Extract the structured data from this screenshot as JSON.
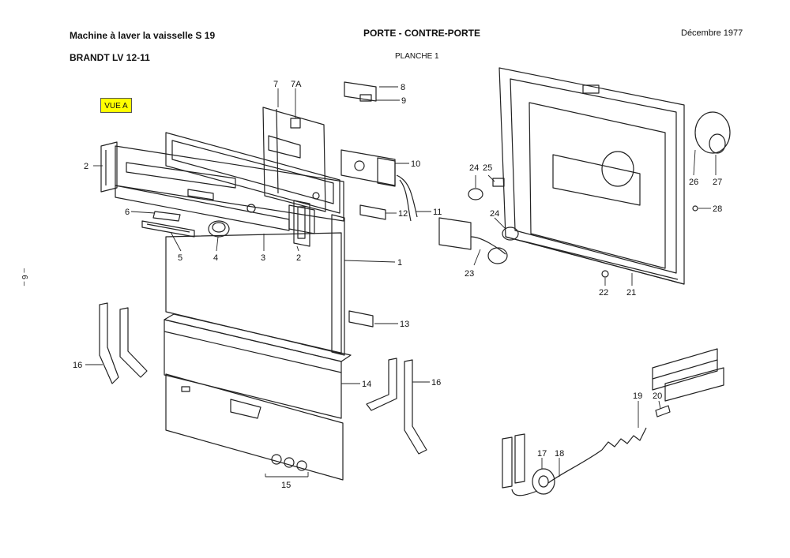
{
  "header": {
    "title": "Machine à laver la vaisselle  S 19",
    "model": "BRANDT   LV 12-11",
    "section": "PORTE - CONTRE-PORTE",
    "plate": "PLANCHE 1",
    "date": "Décembre 1977"
  },
  "view_label": "VUE A",
  "side_text": "– 6 –",
  "colors": {
    "line": "#222222",
    "highlight": "#ffff00"
  },
  "callouts": [
    {
      "id": "c7",
      "text": "7"
    },
    {
      "id": "c7a",
      "text": "7A"
    },
    {
      "id": "c8",
      "text": "8"
    },
    {
      "id": "c9",
      "text": "9"
    },
    {
      "id": "c10",
      "text": "10"
    },
    {
      "id": "c11",
      "text": "11"
    },
    {
      "id": "c12",
      "text": "12"
    },
    {
      "id": "c2a",
      "text": "2"
    },
    {
      "id": "c2b",
      "text": "2"
    },
    {
      "id": "c6",
      "text": "6"
    },
    {
      "id": "c5",
      "text": "5"
    },
    {
      "id": "c4",
      "text": "4"
    },
    {
      "id": "c3",
      "text": "3"
    },
    {
      "id": "c1",
      "text": "1"
    },
    {
      "id": "c13",
      "text": "13"
    },
    {
      "id": "c14",
      "text": "14"
    },
    {
      "id": "c15",
      "text": "15"
    },
    {
      "id": "c16a",
      "text": "16"
    },
    {
      "id": "c16b",
      "text": "16"
    },
    {
      "id": "c17",
      "text": "17"
    },
    {
      "id": "c18",
      "text": "18"
    },
    {
      "id": "c19",
      "text": "19"
    },
    {
      "id": "c20",
      "text": "20"
    },
    {
      "id": "c21",
      "text": "21"
    },
    {
      "id": "c22",
      "text": "22"
    },
    {
      "id": "c23",
      "text": "23"
    },
    {
      "id": "c24a",
      "text": "24"
    },
    {
      "id": "c24b",
      "text": "24"
    },
    {
      "id": "c25",
      "text": "25"
    },
    {
      "id": "c26",
      "text": "26"
    },
    {
      "id": "c27",
      "text": "27"
    },
    {
      "id": "c28",
      "text": "28"
    }
  ]
}
